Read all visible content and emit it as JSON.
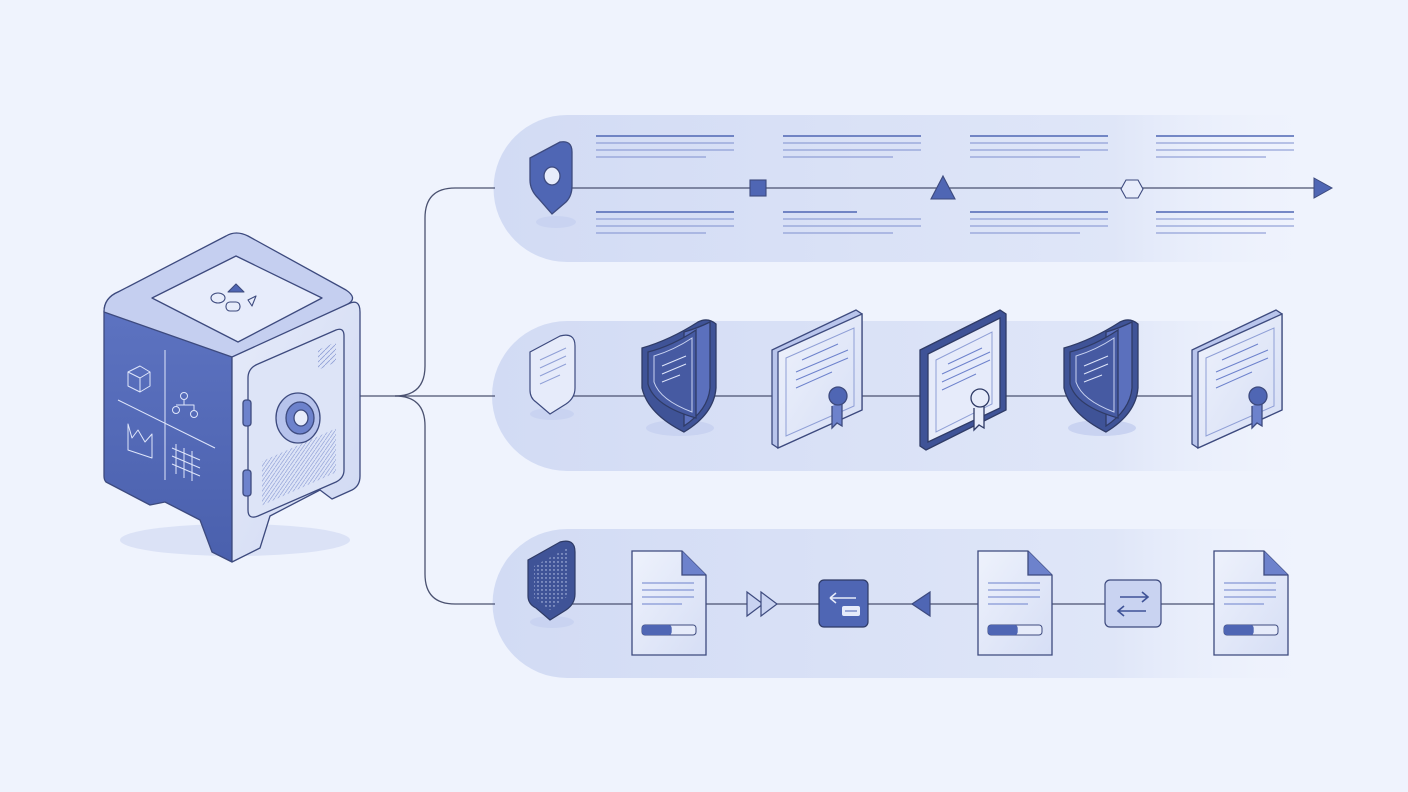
{
  "palette": {
    "background": "#eff3fd",
    "accent": "#4f66b4",
    "accent_dark": "#3f5397",
    "accent_light": "#c9d3f1",
    "band": "#d8e0f6",
    "line": "#4a5170"
  },
  "vault": {
    "icon": "safe-vault-icon",
    "top_symbols": [
      "circle-icon",
      "triangle-icon",
      "square-icon"
    ],
    "side_icons": [
      "cube-icon",
      "flowchart-icon",
      "area-chart-icon",
      "grid-icon"
    ]
  },
  "tracks": [
    {
      "name": "timeline",
      "start_icon": "location-pin-icon",
      "milestones": [
        "square-icon",
        "triangle-icon",
        "hexagon-icon"
      ],
      "end_icon": "arrow-head-icon"
    },
    {
      "name": "credentials",
      "start_icon": "document-badge-icon",
      "items": [
        "shield-icon",
        "certificate-icon",
        "certificate-icon",
        "shield-icon",
        "certificate-icon"
      ]
    },
    {
      "name": "documents",
      "start_icon": "encrypted-badge-icon",
      "items": [
        "document-icon",
        "fast-forward-icon",
        "return-message-icon",
        "play-back-icon",
        "document-icon",
        "swap-icon",
        "document-icon"
      ],
      "progress": [
        0.55,
        0.55,
        0.55
      ]
    }
  ]
}
